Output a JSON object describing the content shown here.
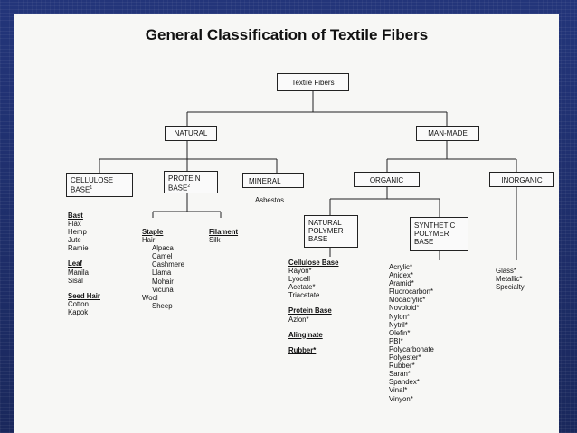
{
  "title": "General Classification of Textile Fibers",
  "boxes": {
    "root": "Textile Fibers",
    "natural": "NATURAL",
    "man_made": "MAN-MADE",
    "cellulose_base": "CELLULOSE BASE",
    "cellulose_sup": "1",
    "protein_base": "PROTEIN BASE",
    "protein_sup": "2",
    "mineral": "MINERAL",
    "organic": "ORGANIC",
    "inorganic": "INORGANIC",
    "natural_polymer": "NATURAL POLYMER BASE",
    "synthetic_polymer": "SYNTHETIC POLYMER BASE"
  },
  "mineral_list": [
    "Asbestos"
  ],
  "cellulose_groups": [
    {
      "heading": "Bast",
      "items": [
        "Flax",
        "Hemp",
        "Jute",
        "Ramie"
      ]
    },
    {
      "heading": "Leaf",
      "items": [
        "Manila",
        "Sisal"
      ]
    },
    {
      "heading": "Seed Hair",
      "items": [
        "Cotton",
        "Kapok"
      ]
    }
  ],
  "protein_staple": {
    "heading": "Staple",
    "items": [
      {
        "text": "Hair",
        "indent": 0
      },
      {
        "text": "Alpaca",
        "indent": 1
      },
      {
        "text": "Camel",
        "indent": 1
      },
      {
        "text": "Cashmere",
        "indent": 1
      },
      {
        "text": "Llama",
        "indent": 1
      },
      {
        "text": "Mohair",
        "indent": 1
      },
      {
        "text": "Vicuna",
        "indent": 1
      },
      {
        "text": "Wool",
        "indent": 0
      },
      {
        "text": "Sheep",
        "indent": 1
      }
    ]
  },
  "protein_filament": {
    "heading": "Filament",
    "items": [
      "Silk"
    ]
  },
  "natural_polymer_groups": [
    {
      "heading": "Cellulose Base",
      "items": [
        "Rayon*",
        "Lyocell",
        "Acetate*",
        "Triacetate"
      ]
    },
    {
      "heading": "Protein Base",
      "items": [
        "Azlon*"
      ]
    },
    {
      "heading": "Alinginate",
      "items": []
    },
    {
      "heading": "Rubber*",
      "items": []
    }
  ],
  "synthetic_list": [
    "Acrylic*",
    "Anidex*",
    "Aramid*",
    "Fluorocarbon*",
    "Modacrylic*",
    "Novoloid*",
    "Nylon*",
    "Nytril*",
    "Olefin*",
    "PBI*",
    "Polycarbonate",
    "Polyester*",
    "Rubber*",
    "Saran*",
    "Spandex*",
    "Vinal*",
    "Vinyon*"
  ],
  "inorganic_list": [
    "Glass*",
    "Metallic*",
    "Specialty"
  ]
}
